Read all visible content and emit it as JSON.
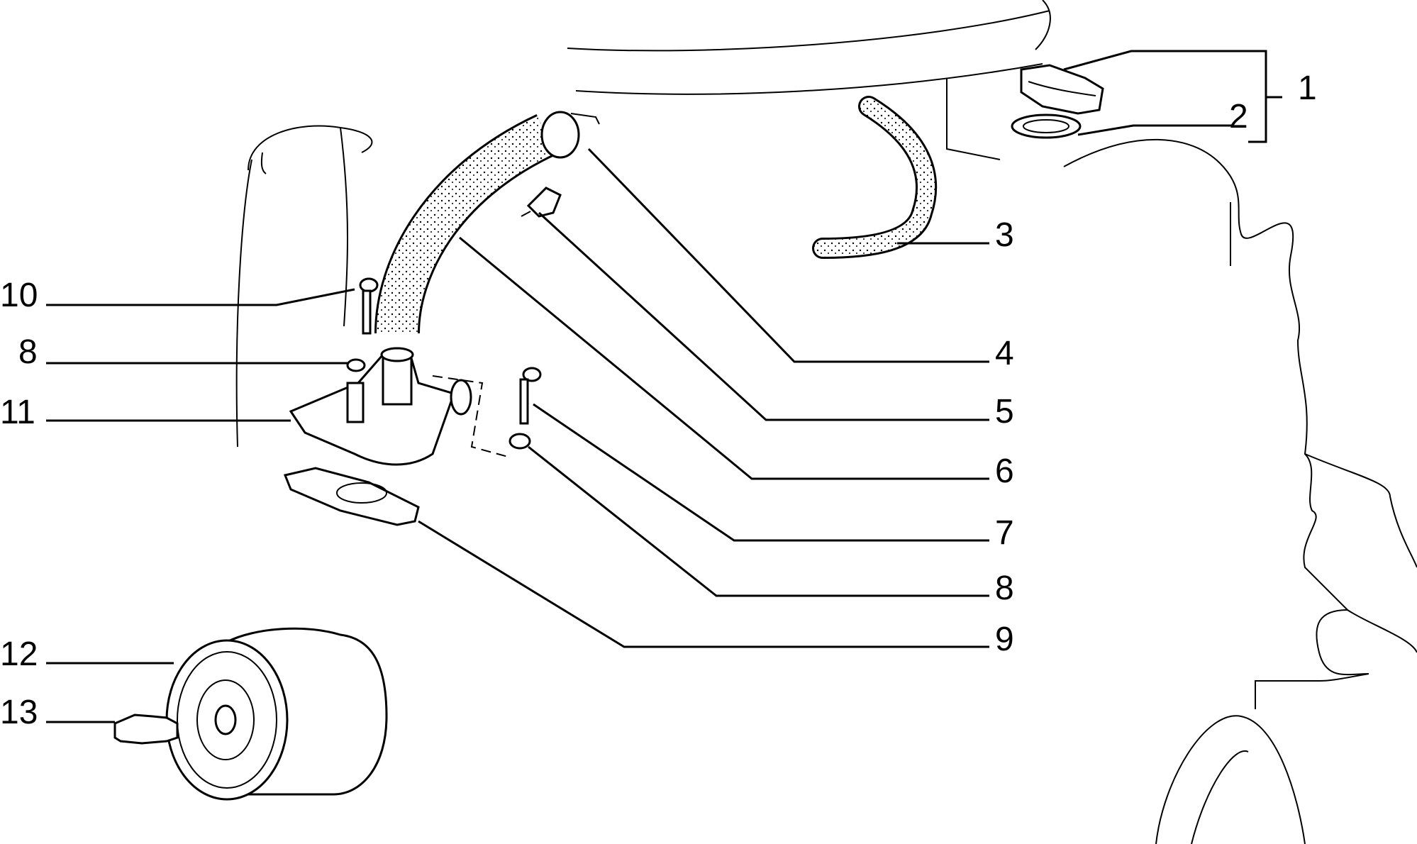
{
  "callouts": [
    {
      "id": "1",
      "label": "1"
    },
    {
      "id": "2",
      "label": "2"
    },
    {
      "id": "3",
      "label": "3"
    },
    {
      "id": "4",
      "label": "4"
    },
    {
      "id": "5",
      "label": "5"
    },
    {
      "id": "6",
      "label": "6"
    },
    {
      "id": "7",
      "label": "7"
    },
    {
      "id": "8a",
      "label": "8"
    },
    {
      "id": "9",
      "label": "9"
    },
    {
      "id": "10",
      "label": "10"
    },
    {
      "id": "8b",
      "label": "8"
    },
    {
      "id": "11",
      "label": "11"
    },
    {
      "id": "12",
      "label": "12"
    },
    {
      "id": "13",
      "label": "13"
    }
  ]
}
